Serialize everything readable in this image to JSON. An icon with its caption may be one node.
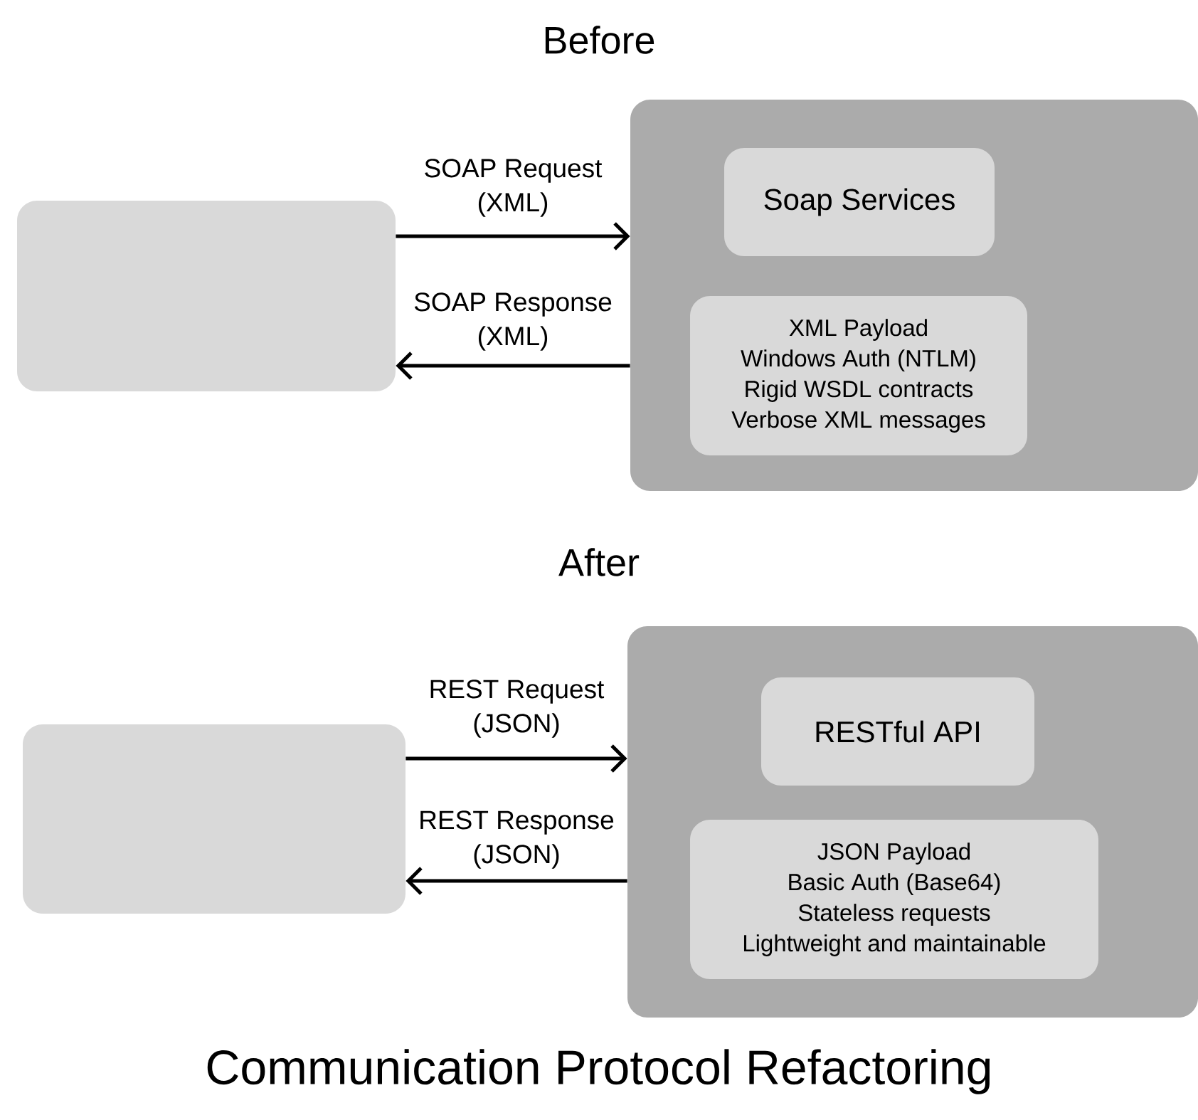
{
  "diagram": {
    "caption": "Communication Protocol Refactoring",
    "nodes": [
      {
        "text": [],
        "shape": "box"
      },
      {
        "text": [],
        "shape": "box"
      },
      {
        "text": [
          "Soap Services"
        ],
        "in": 1
      },
      {
        "text": [
          "XML Payload",
          "Windows Auth (NTLM)",
          "Rigid WSDL contracts",
          "Verbose XML messages"
        ],
        "in": 1
      },
      {
        "text": [],
        "shape": "box"
      },
      {
        "text": [],
        "shape": "box"
      },
      {
        "text": [
          "RESTful API"
        ],
        "in": 5
      },
      {
        "text": [
          "JSON Payload",
          "Basic Auth (Base64)",
          "Stateless requests",
          "Lightweight and maintainable"
        ],
        "in": 5
      }
    ],
    "edges": [
      {
        "from": 0,
        "to": 1,
        "arrow": "to",
        "label": "SOAP Request (XML)"
      },
      {
        "from": 1,
        "to": 0,
        "arrow": "to",
        "label": "SOAP Response (XML)"
      },
      {
        "from": 4,
        "to": 5,
        "arrow": "to",
        "label": "REST Request (JSON)"
      },
      {
        "from": 5,
        "to": 4,
        "arrow": "to",
        "label": "REST Response (JSON)"
      }
    ],
    "labels": [
      "Before",
      "After"
    ]
  }
}
